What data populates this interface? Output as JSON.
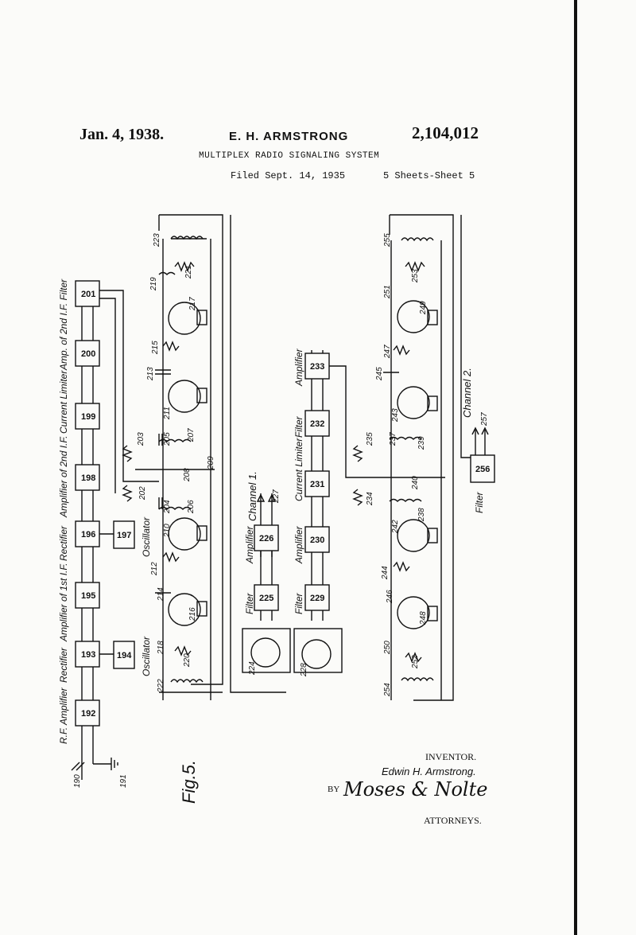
{
  "header": {
    "date": "Jan. 4, 1938.",
    "inventor": "E. H. ARMSTRONG",
    "patent_number": "2,104,012",
    "title": "MULTIPLEX RADIO SIGNALING SYSTEM",
    "filed": "Filed Sept. 14, 1935",
    "sheets": "5 Sheets-Sheet 5"
  },
  "figure_label": "Fig.5.",
  "stage_labels": {
    "rf_amp": "R.F. Amplifier",
    "rectifier_1": "Rectifier",
    "amp_1st_if": "Amplifier of 1st I.F.",
    "rectifier_2": "Rectifier",
    "amp_2nd_if": "Amplifier of 2nd I.F.",
    "current_limiter": "Current Limiter",
    "amp_of": "Amp. of",
    "filter_2nd_if": "2nd I.F. Filter",
    "osc_1": "Oscillator",
    "osc_2": "Oscillator",
    "filter_a": "Filter",
    "amp_a": "Amplifier",
    "channel_1": "Channel 1.",
    "filter_b": "Filter",
    "amp_b": "Amplifier",
    "current_limiter_b": "Current Limiter",
    "filter_c": "Filter",
    "amp_c": "Amplifier",
    "filter_ch2": "Filter",
    "channel_2": "Channel 2."
  },
  "blocks": {
    "b192": "192",
    "b193": "193",
    "b194": "194",
    "b195": "195",
    "b196": "196",
    "b197": "197",
    "b198": "198",
    "b199": "199",
    "b200": "200",
    "b201": "201",
    "b225": "225",
    "b226": "226",
    "b229": "229",
    "b230": "230",
    "b231": "231",
    "b232": "232",
    "b233": "233",
    "b256": "256"
  },
  "ref_numerals": {
    "n190": "190",
    "n191": "191",
    "n202": "202",
    "n203": "203",
    "n204": "204",
    "n205": "205",
    "n206": "206",
    "n207": "207",
    "n208": "208",
    "n209": "209",
    "n210": "210",
    "n211": "211",
    "n212": "212",
    "n213": "213",
    "n214": "214",
    "n215": "215",
    "n216": "216",
    "n217": "217",
    "n218": "218",
    "n219": "219",
    "n220": "220",
    "n221": "221",
    "n222": "222",
    "n223": "223",
    "n224": "224",
    "n227": "227",
    "n228": "228",
    "n234": "234",
    "n235": "235",
    "n237": "237",
    "n238": "238",
    "n239": "239",
    "n240": "240",
    "n242": "242",
    "n243": "243",
    "n244": "244",
    "n245": "245",
    "n246": "246",
    "n247": "247",
    "n248": "248",
    "n249": "249",
    "n250": "250",
    "n251": "251",
    "n252": "252",
    "n253": "253",
    "n254": "254",
    "n255": "255",
    "n257": "257"
  },
  "signature": {
    "inventor_label": "INVENTOR.",
    "inventor_name": "Edwin H. Armstrong.",
    "by": "BY",
    "attorneys_signature": "Moses & Nolte",
    "attorneys": "ATTORNEYS."
  }
}
